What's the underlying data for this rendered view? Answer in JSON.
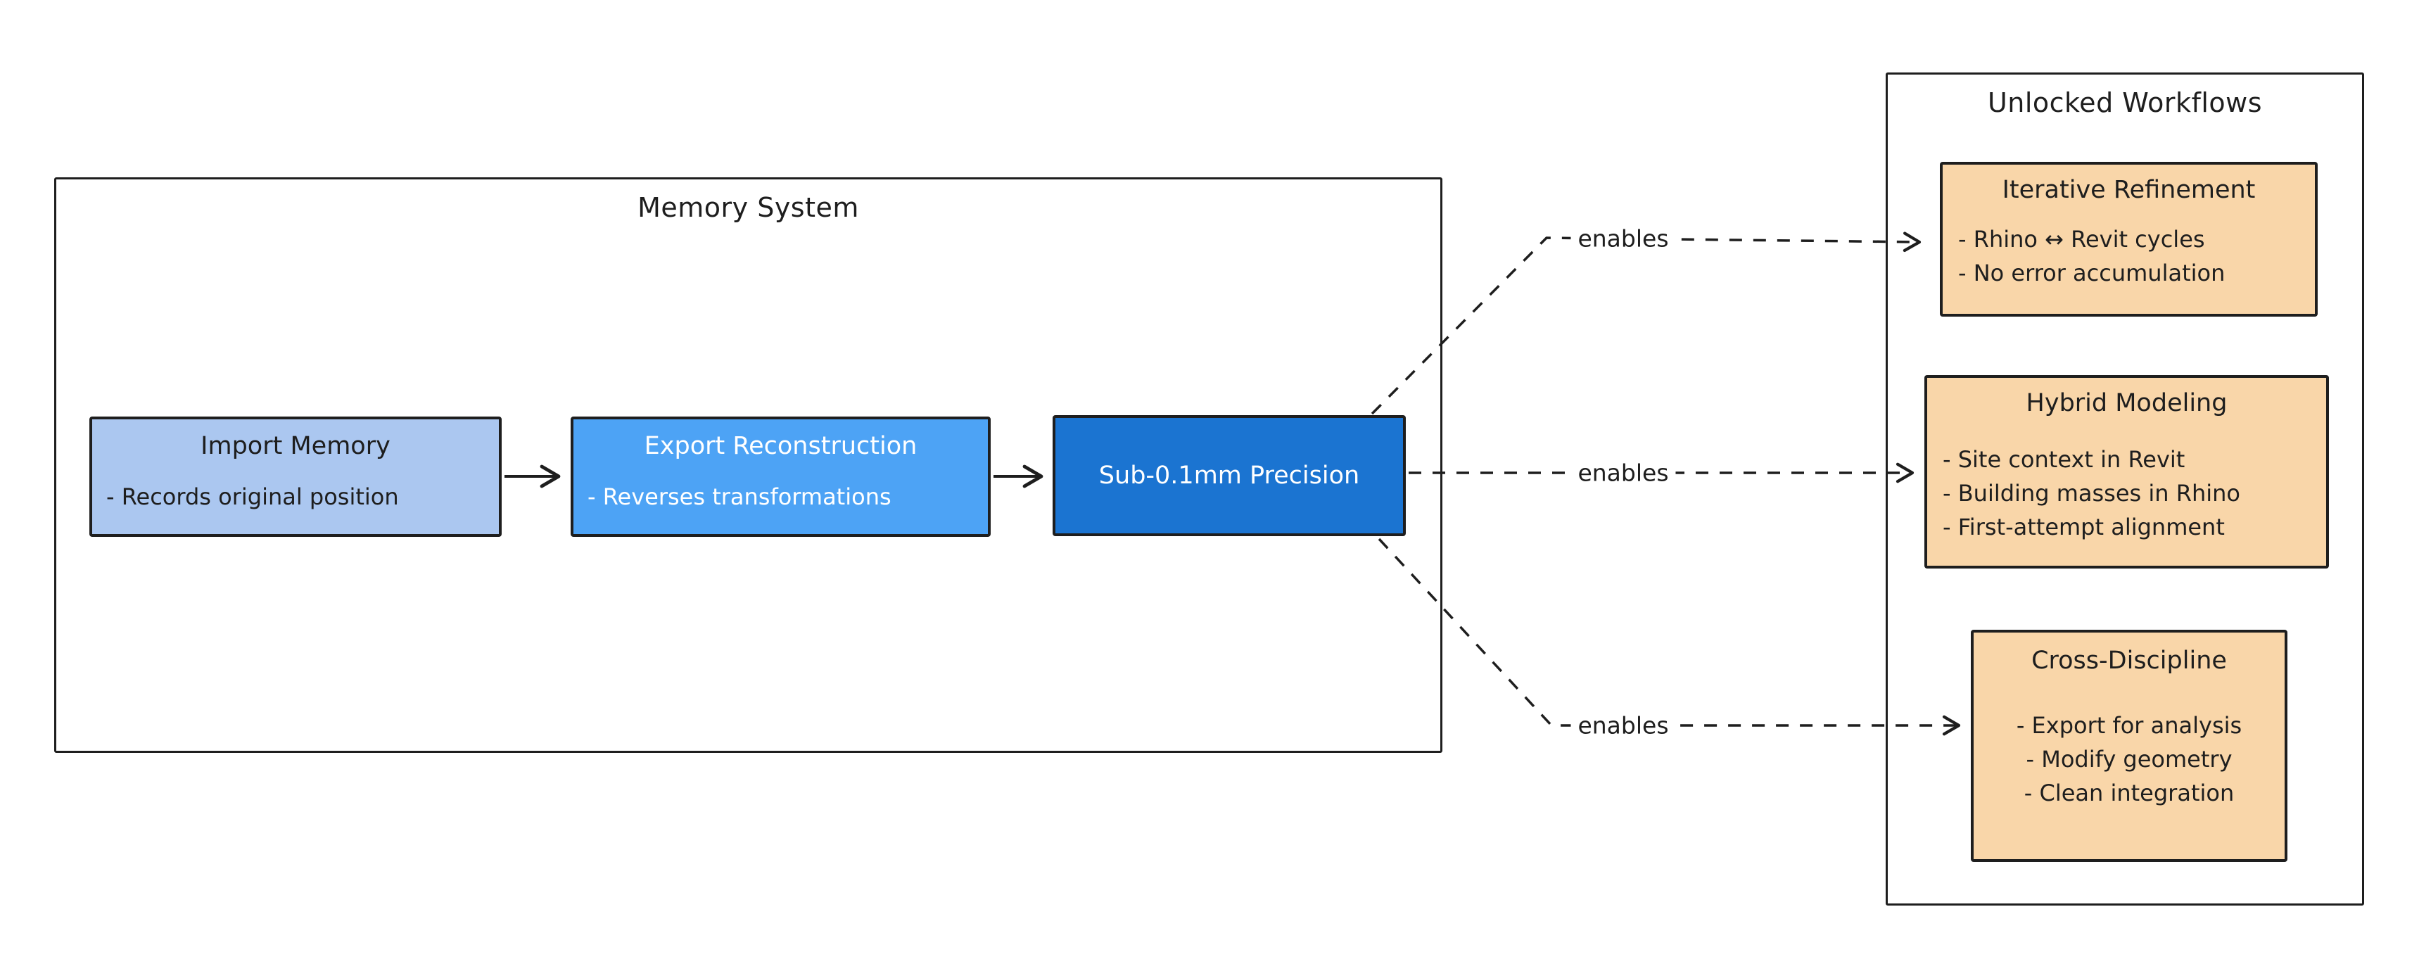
{
  "memory_system": {
    "title": "Memory System",
    "nodes": [
      {
        "title": "Import Memory",
        "fill": "#abc7f0",
        "lines": [
          "- Records original position"
        ]
      },
      {
        "title": "Export Reconstruction",
        "fill": "#4da3f5",
        "lines": [
          "- Reverses transformations"
        ]
      },
      {
        "title": "Sub-0.1mm Precision",
        "fill": "#1b74d1",
        "lines": []
      }
    ]
  },
  "unlocked_workflows": {
    "title": "Unlocked Workflows",
    "nodes": [
      {
        "title": "Iterative Refinement",
        "fill": "#f9d6a9",
        "lines": [
          "- Rhino ↔ Revit cycles",
          "- No error accumulation"
        ]
      },
      {
        "title": "Hybrid Modeling",
        "fill": "#f9d6a9",
        "lines": [
          "- Site context in Revit",
          "- Building masses in Rhino",
          "- First-attempt alignment"
        ]
      },
      {
        "title": "Cross-Discipline",
        "fill": "#f9d6a9",
        "lines": [
          "- Export for analysis",
          "- Modify geometry",
          "- Clean integration"
        ]
      }
    ]
  },
  "edges": [
    {
      "label": "enables"
    },
    {
      "label": "enables"
    },
    {
      "label": "enables"
    }
  ],
  "colors": {
    "stroke": "#1e1e1e",
    "background": "#ffffff"
  }
}
